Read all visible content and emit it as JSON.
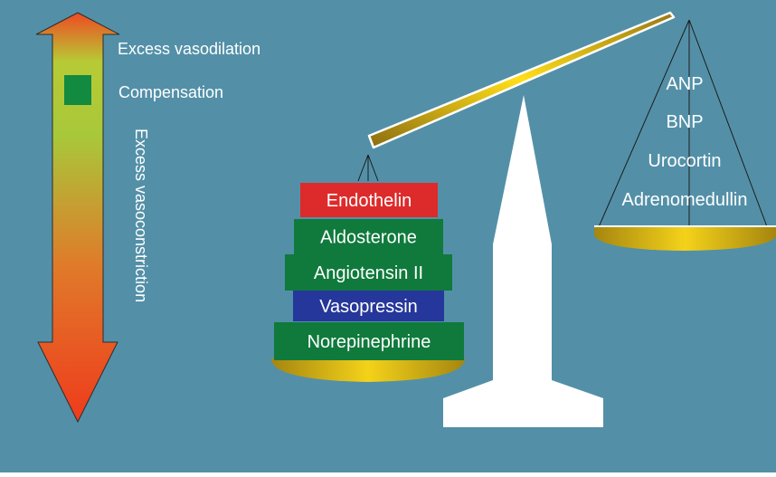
{
  "arrow": {
    "top_label": "Excess vasodilation",
    "middle_label": "Compensation",
    "side_label": "Excess vasoconstriction"
  },
  "left_pan": {
    "blocks": [
      {
        "label": "Endothelin",
        "color": "#dd2b2b"
      },
      {
        "label": "Aldosterone",
        "color": "#0f7a3c"
      },
      {
        "label": "Angiotensin II",
        "color": "#0f7a3c"
      },
      {
        "label": "Vasopressin",
        "color": "#25379a"
      },
      {
        "label": "Norepinephrine",
        "color": "#0f7a3c"
      }
    ]
  },
  "right_pan": {
    "labels": [
      "ANP",
      "BNP",
      "Urocortin",
      "Adrenomedullin"
    ]
  },
  "colors": {
    "background": "#5390a8",
    "pan_gold": "#e3bd16",
    "beam_gold": "#f2d21a",
    "stand": "#ffffff",
    "compensation_band": "#128a40"
  }
}
